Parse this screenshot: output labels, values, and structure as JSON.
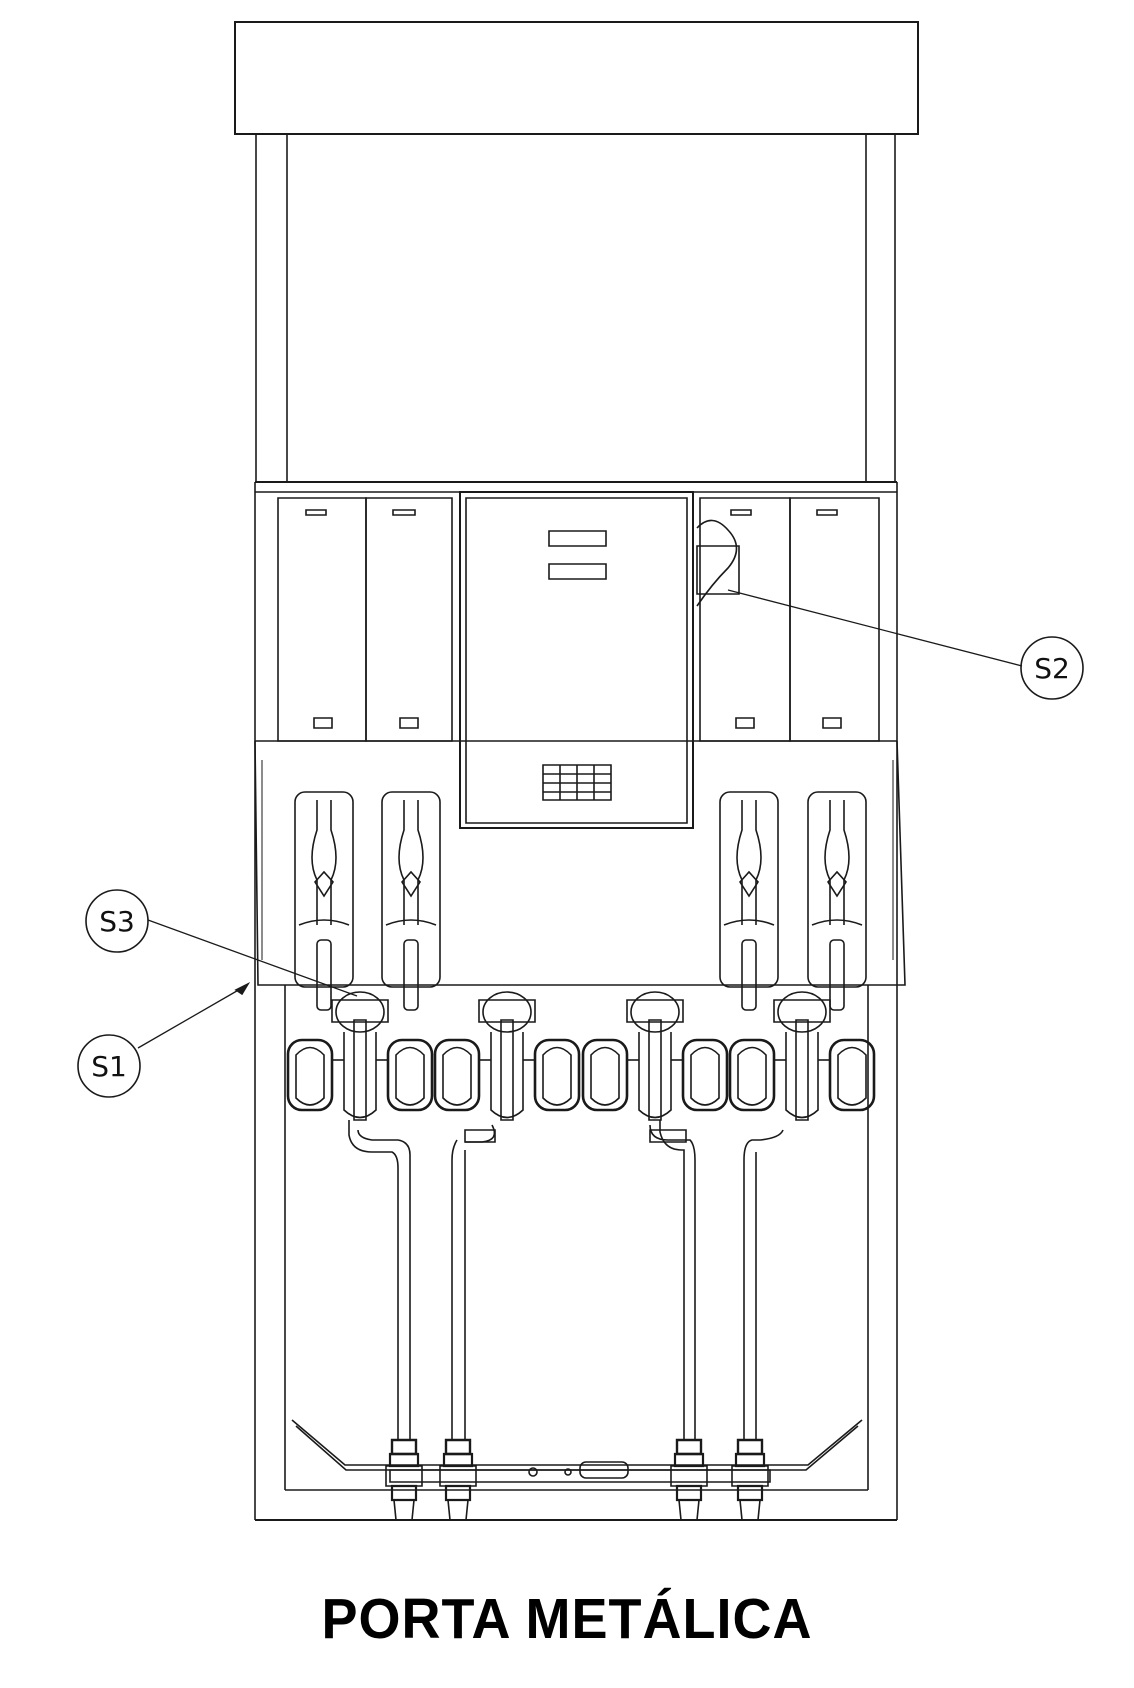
{
  "caption": "PORTA METÁLICA",
  "callouts": {
    "s1": "S1",
    "s2": "S2",
    "s3": "S3"
  },
  "colors": {
    "line": "#1a1a1a",
    "background": "#ffffff"
  }
}
